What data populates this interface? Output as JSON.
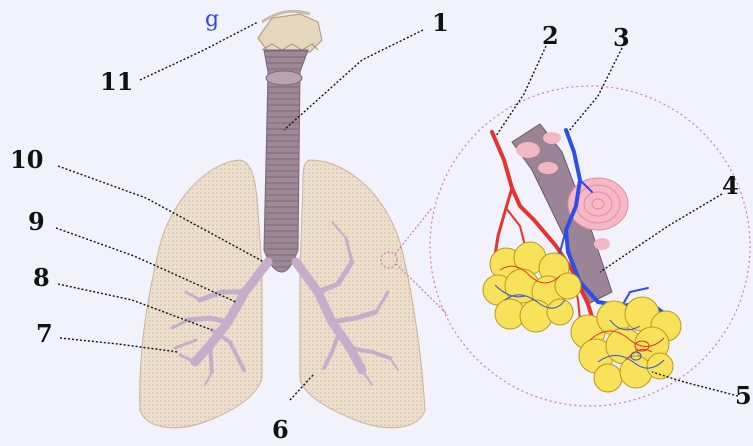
{
  "header_text": "g",
  "labels": [
    "1",
    "2",
    "3",
    "4",
    "5",
    "6",
    "7",
    "8",
    "9",
    "10",
    "11"
  ],
  "colors": {
    "background": "#f1f2fb",
    "lung": "#e9dcc9",
    "trachea": "#9a8594",
    "bronchi": "#c9b3cc",
    "artery": "#e8322e",
    "vein": "#2c4fe6",
    "alveoli": "#f7e25a",
    "magnify_circle": "#d27aa6"
  }
}
